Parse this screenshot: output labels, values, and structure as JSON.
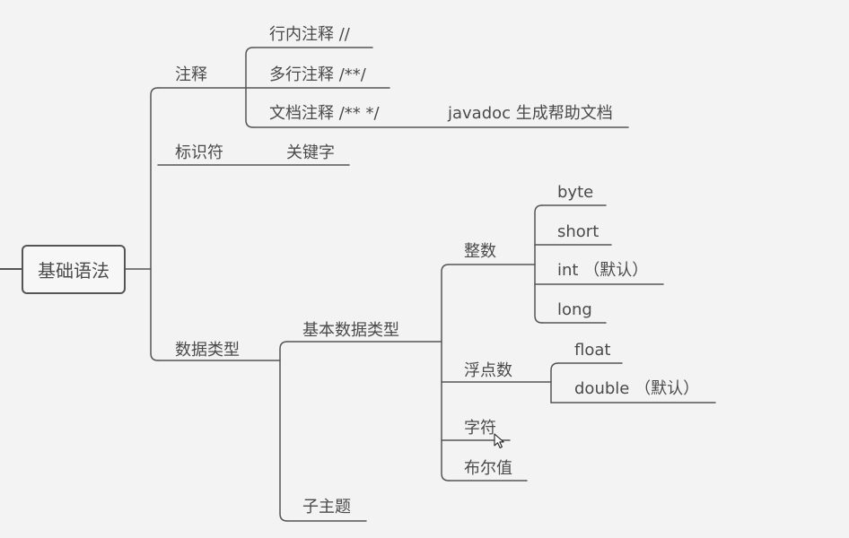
{
  "root": {
    "label": "基础语法"
  },
  "branches": {
    "comment": {
      "label": "注释",
      "children": {
        "inline": {
          "label": "行内注释  //"
        },
        "multiline": {
          "label": "多行注释  /**/"
        },
        "doc": {
          "label": "文档注释  /** */"
        },
        "javadoc": {
          "label": "javadoc 生成帮助文档"
        }
      }
    },
    "identifier": {
      "label": "标识符",
      "children": {
        "keyword": {
          "label": "关键字"
        }
      }
    },
    "datatype": {
      "label": "数据类型",
      "children": {
        "basic": {
          "label": "基本数据类型",
          "children": {
            "integer": {
              "label": "整数",
              "children": [
                "byte",
                "short",
                "int （默认）",
                "long"
              ]
            },
            "float": {
              "label": "浮点数",
              "children": [
                "float",
                "double （默认）"
              ]
            },
            "char": {
              "label": "字符"
            },
            "boolean": {
              "label": "布尔值"
            }
          }
        },
        "subtopic": {
          "label": "子主题"
        }
      }
    }
  },
  "colors": {
    "line": "#555555",
    "text": "#4a4a4a",
    "background": "#f3f3f3"
  },
  "icons": {
    "cursor": "mouse-pointer-icon"
  }
}
